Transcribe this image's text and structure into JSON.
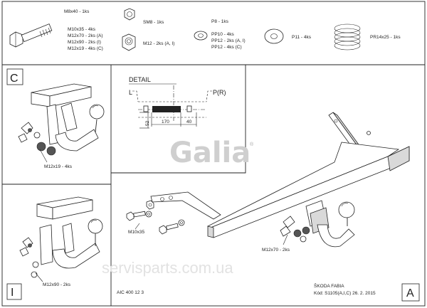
{
  "parts": {
    "bolt": [
      "M8x40 - 1ks",
      "M10x35 - 4ks",
      "M12x70 - 2ks (A)",
      "M12x90 - 2ks (I)",
      "M12x19 - 4ks (C)"
    ],
    "nut_sm8": "SM8 - 1ks",
    "nut_m12": "M12 - 2ks (A, I)",
    "washer_p8": [
      "P8 - 1ks",
      "",
      "PP10 - 4ks",
      "PP12 - 2ks (A, I)",
      "PP12 - 4ks (C)"
    ],
    "washer_p11": "P11 - 4ks",
    "spring": "PR14x25 - 1ks"
  },
  "panels": {
    "c_label": "C",
    "c_bolt": "M12x19 - 4ks",
    "i_label": "I",
    "i_bolt": "M12x90 - 2ks",
    "a_label": "A",
    "a_bolt_left": "M10x35",
    "a_bolt_right": "M12x70 - 2ks"
  },
  "detail": {
    "title": "DETAIL",
    "left_marker": "L",
    "right_marker": "P(R)",
    "dim_height": "52",
    "dim_a": "170",
    "dim_b": "40"
  },
  "logo": "Galia",
  "logo_mark": "®",
  "watermark": "servisparts.com.ua",
  "footer": {
    "code": "AIC 400 12 3",
    "model": "ŠKODA FABIA",
    "kod": "Kód: S1105(A,I,C)  26. 2. 2015"
  }
}
